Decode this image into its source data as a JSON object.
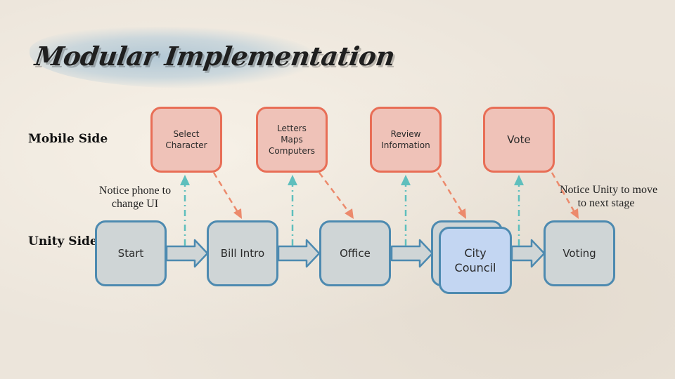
{
  "title": "Modular Implementation",
  "labels": {
    "mobile_side": "Mobile Side",
    "unity_side": "Unity Side"
  },
  "notes": {
    "left": [
      "Notice phone to",
      "change UI"
    ],
    "right": [
      "Notice Unity to move",
      "to next stage"
    ]
  },
  "mobile_steps": [
    [
      "Select",
      "Character"
    ],
    [
      "Letters",
      "Maps",
      "Computers"
    ],
    [
      "Review",
      "Information"
    ],
    [
      "Vote"
    ]
  ],
  "unity_steps": [
    [
      "Start"
    ],
    [
      "Bill Intro"
    ],
    [
      "Office"
    ],
    [
      "City",
      "Council"
    ],
    [
      "Voting"
    ]
  ],
  "colors": {
    "mobile_fill": "#efc2b8",
    "mobile_border": "#e86e56",
    "unity_fill": "#cfd5d6",
    "unity_border": "#4d8ab0",
    "active_fill": "#c3d6f2",
    "up_arrow": "#5fbfbd",
    "down_arrow": "#ec8a6c"
  }
}
